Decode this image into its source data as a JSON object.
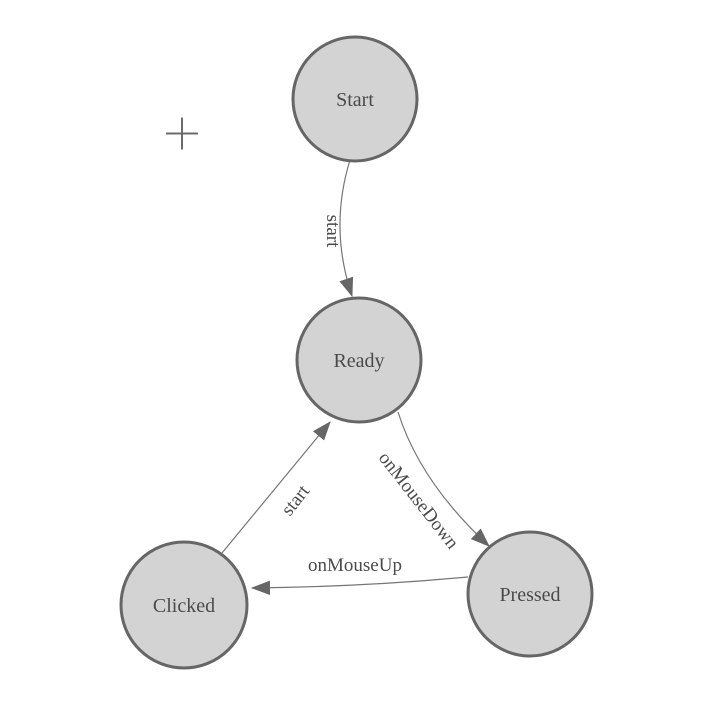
{
  "canvas": {
    "background": "#ffffff",
    "plus_icon_glyph": "+"
  },
  "diagram": {
    "type": "state-machine",
    "nodes": [
      {
        "id": "Start",
        "label": "Start"
      },
      {
        "id": "Ready",
        "label": "Ready"
      },
      {
        "id": "Clicked",
        "label": "Clicked"
      },
      {
        "id": "Pressed",
        "label": "Pressed"
      }
    ],
    "edges": [
      {
        "from": "Start",
        "to": "Ready",
        "label": "start"
      },
      {
        "from": "Ready",
        "to": "Pressed",
        "label": "onMouseDown"
      },
      {
        "from": "Pressed",
        "to": "Clicked",
        "label": "onMouseUp"
      },
      {
        "from": "Clicked",
        "to": "Ready",
        "label": "start"
      }
    ],
    "colors": {
      "node-fill": "#d3d3d3",
      "node-stroke": "#666666",
      "edge-stroke": "#757575",
      "arrow-fill": "#666666",
      "label-text": "#4a4a4a",
      "plus": "#6b6b6b"
    }
  }
}
